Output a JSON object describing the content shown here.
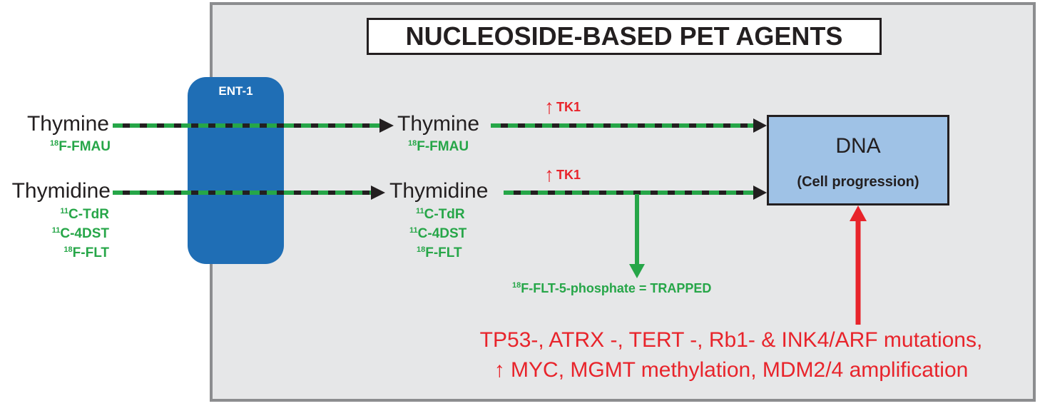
{
  "title": "NUCLEOSIDE-BASED PET AGENTS",
  "transporter": {
    "label": "ENT-1"
  },
  "extracellular": {
    "thymine": {
      "name": "Thymine",
      "tracers": [
        {
          "iso": "18",
          "rest": "F-FMAU"
        }
      ]
    },
    "thymidine": {
      "name": "Thymidine",
      "tracers": [
        {
          "iso": "11",
          "rest": "C-TdR"
        },
        {
          "iso": "11",
          "rest": "C-4DST"
        },
        {
          "iso": "18",
          "rest": "F-FLT"
        }
      ]
    }
  },
  "intracellular": {
    "thymine": {
      "name": "Thymine",
      "tracers": [
        {
          "iso": "18",
          "rest": "F-FMAU"
        }
      ]
    },
    "thymidine": {
      "name": "Thymidine",
      "tracers": [
        {
          "iso": "11",
          "rest": "C-TdR"
        },
        {
          "iso": "11",
          "rest": "C-4DST"
        },
        {
          "iso": "18",
          "rest": "F-FLT"
        }
      ]
    }
  },
  "enzyme": {
    "arrow": "↑",
    "label": "TK1"
  },
  "trapped": {
    "iso": "18",
    "rest": "F-FLT-5-phosphate = TRAPPED"
  },
  "dna": {
    "label": "DNA",
    "sub": "(Cell progression)"
  },
  "mutations": {
    "line1": "TP53-, ATRX -, TERT -, Rb1- & INK4/ARF mutations,",
    "line2_arrow": "↑",
    "line2": "MYC, MGMT methylation, MDM2/4 amplification"
  },
  "colors": {
    "green": "#26a648",
    "red": "#e8242b",
    "ent_blue": "#1f6eb5",
    "dna_blue": "#9fc2e6",
    "panel": "#e6e7e8",
    "dark": "#231f20"
  }
}
